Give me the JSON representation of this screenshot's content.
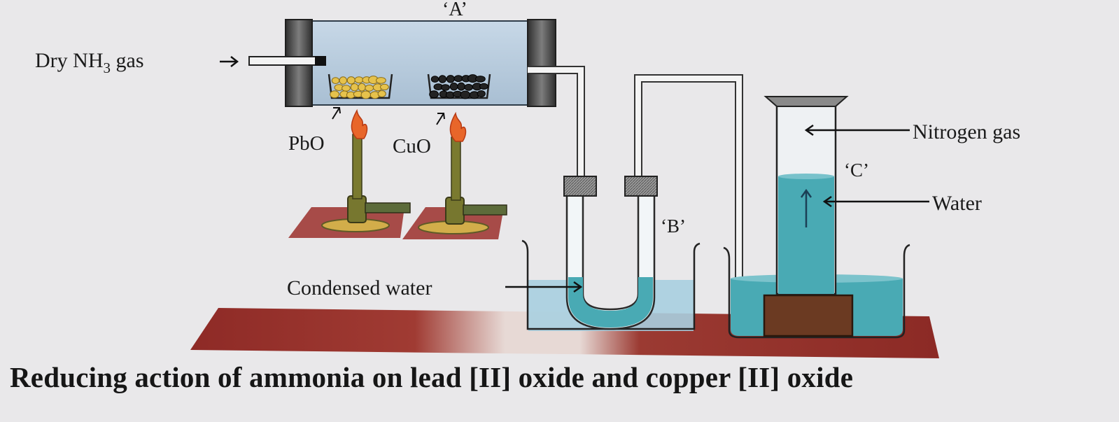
{
  "labels": {
    "tube_a": "‘A’",
    "gas_prefix": "Dry NH",
    "gas_sub": "3",
    "gas_suffix": " gas",
    "pbo": "PbO",
    "cuo": "CuO",
    "u_tube_b": "‘B’",
    "jar_c": "‘C’",
    "nitrogen": "Nitrogen gas",
    "water": "Water",
    "condensed_water": "Condensed water"
  },
  "caption": "Reducing action of ammonia on lead [II] oxide and copper [II] oxide",
  "colors": {
    "background": "#e9e8ea",
    "tube_fill": "#b9cddf",
    "water": "#49aab4",
    "bench": "#8e2a26",
    "burner": "#77772f",
    "flame": "#e8662a",
    "pbo": "#e6c24c",
    "cuo": "#232323"
  },
  "icons": [
    "arrow-right-icon",
    "arrow-left-icon",
    "arrow-up-icon",
    "flame-icon"
  ]
}
